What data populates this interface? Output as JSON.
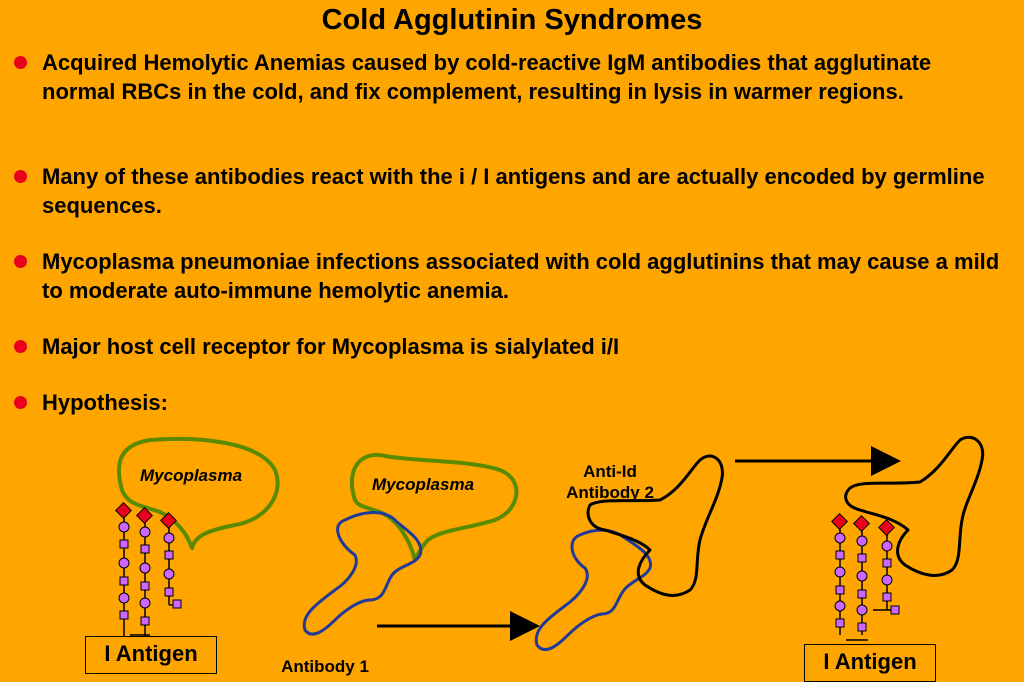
{
  "title": "Cold Agglutinin Syndromes",
  "bullets": [
    {
      "text": "Acquired Hemolytic Anemias caused by cold-reactive IgM antibodies that agglutinate normal RBCs in the cold, and fix complement, resulting in lysis in warmer regions."
    },
    {
      "text": "Many of these antibodies react with the i / I antigens and are actually encoded by germline sequences."
    },
    {
      "text": "Mycoplasma pneumoniae infections associated with cold agglutinins that may cause a mild to moderate auto-immune hemolytic anemia."
    },
    {
      "text": "Major host cell receptor for Mycoplasma is sialylated i/I"
    },
    {
      "text": "Hypothesis:"
    }
  ],
  "diagram": {
    "mycoplasma_label_1": "Mycoplasma",
    "mycoplasma_label_2": "Mycoplasma",
    "antigen_label_left": "I Antigen",
    "antigen_label_right": "I Antigen",
    "antibody1_label": "Antibody 1",
    "anti_id_line1": "Anti-Id",
    "anti_id_line2": "Antibody 2",
    "colors": {
      "background": "#FFA500",
      "bullet": "#E8001C",
      "mycoplasma_outline": "#5A8A00",
      "antibody1_outline": "#1F3A9A",
      "antibody2_outline": "#000000",
      "sugar_circle": "#CC66FF",
      "sugar_square": "#CC66FF",
      "sialic_diamond": "#E8001C"
    }
  }
}
